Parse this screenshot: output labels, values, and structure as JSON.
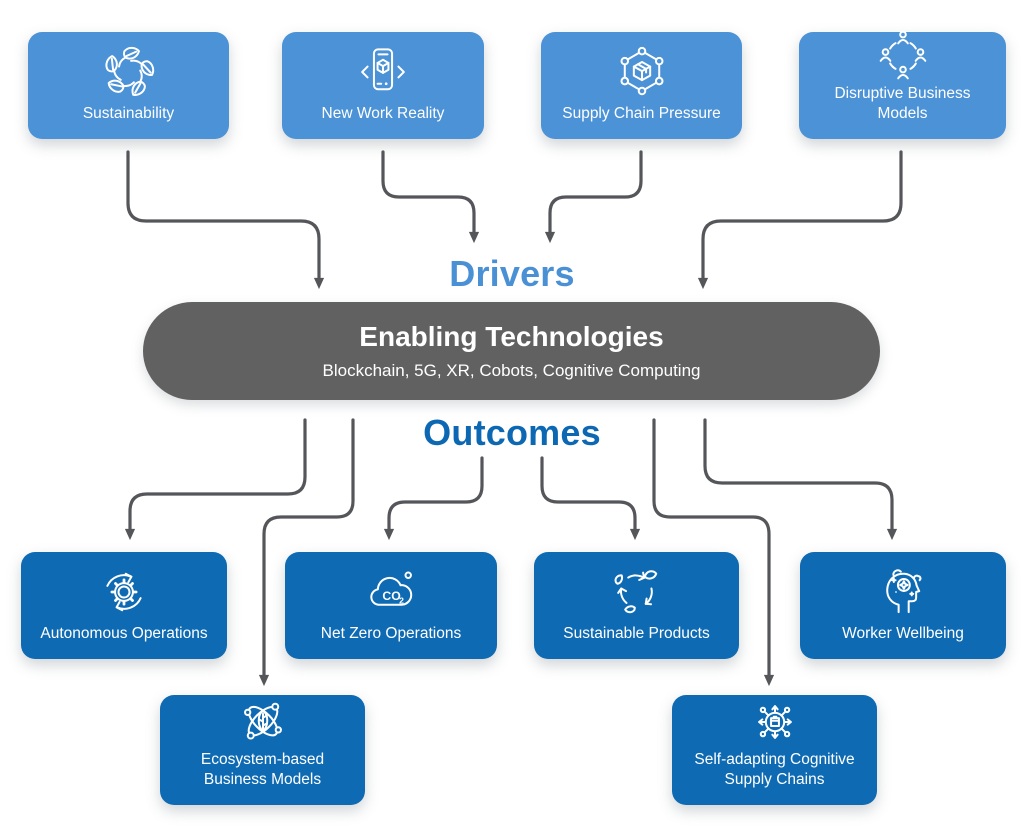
{
  "section_labels": {
    "drivers": "Drivers",
    "outcomes": "Outcomes"
  },
  "enabling": {
    "title": "Enabling Technologies",
    "subtitle": "Blockchain, 5G, XR, Cobots, Cognitive Computing"
  },
  "drivers": [
    {
      "label": "Sustainability",
      "icon": "leaf-wreath-icon"
    },
    {
      "label": "New Work Reality",
      "icon": "smartphone-ar-icon"
    },
    {
      "label": "Supply Chain Pressure",
      "icon": "package-hexagon-network-icon"
    },
    {
      "label": "Disruptive Business Models",
      "icon": "people-cycle-icon"
    }
  ],
  "outcomes": [
    {
      "label": "Autonomous Operations",
      "icon": "gear-refresh-icon"
    },
    {
      "label": "Net Zero Operations",
      "icon": "co2-cloud-icon"
    },
    {
      "label": "Sustainable Products",
      "icon": "recycle-leaves-icon"
    },
    {
      "label": "Worker Wellbeing",
      "icon": "head-wellness-icon"
    },
    {
      "label": "Ecosystem-based Business Models",
      "icon": "orbit-leaf-icon"
    },
    {
      "label": "Self-adapting Cognitive Supply Chains",
      "icon": "adaptive-package-network-icon"
    }
  ],
  "co2_badge": {
    "co": "CO",
    "sub": "2"
  },
  "colors": {
    "driver_box": "#4b92d6",
    "outcome_box": "#0e6bb3",
    "enabling_pill": "#616161",
    "drivers_label": "#4a90d5",
    "outcomes_label": "#0d68b3",
    "arrow": "#55565a",
    "box_text": "#ffffff",
    "background": "#ffffff"
  }
}
